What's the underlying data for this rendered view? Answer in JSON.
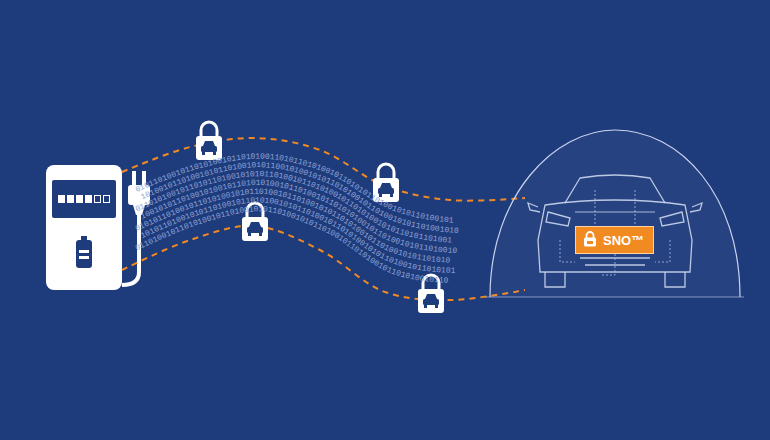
{
  "diagram": {
    "nodes": [
      {
        "text": [
          "SNO™"
        ]
      }
    ],
    "labels": [
      "0101101001011010100101101010011010110101001011010101101001010110100101",
      "1010010110100101011010010101100101001010110101001011010010101101001010",
      "0110101001011010110100101010110100101101010010110101001010110101101001",
      "1001010110100101001011010101001011010010110101010010110100101011010010",
      "0101011010010110101001010110100101101001010110101001011010010101101010",
      "1010110100101011010010110101001010110100101101010010101101001011010101",
      "0110100101101010010110100101011010010101101001011010100101101010010110"
    ]
  }
}
